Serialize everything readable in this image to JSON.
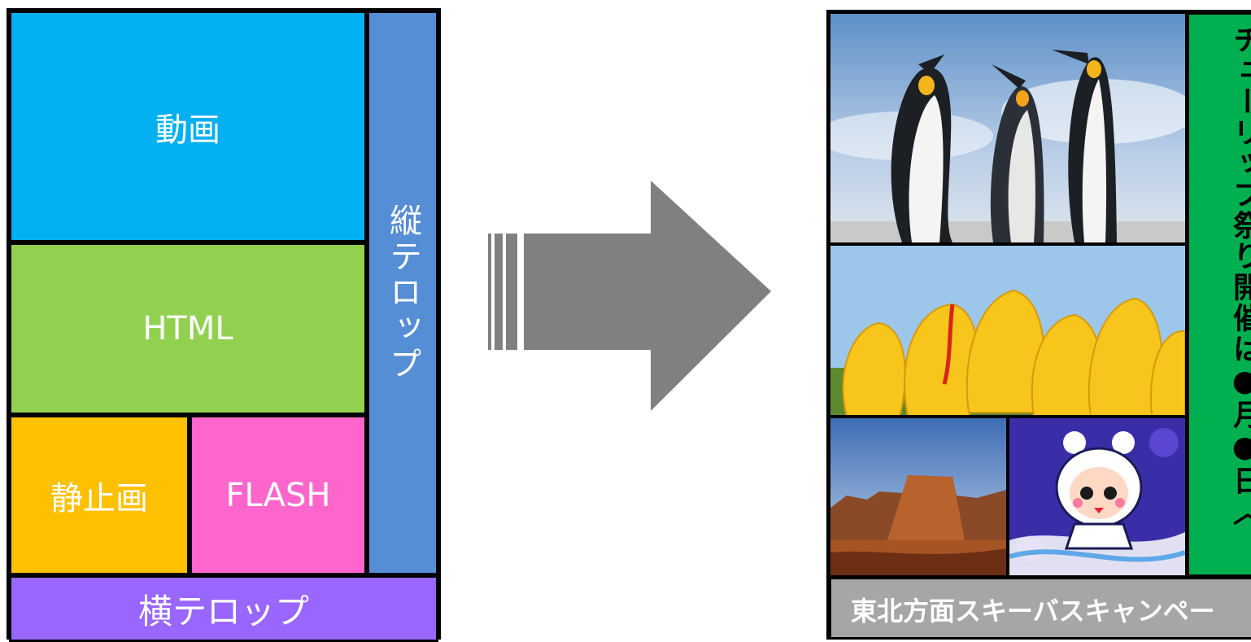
{
  "layout": {
    "video": "動画",
    "html": "HTML",
    "still": "静止画",
    "flash": "FLASH",
    "vertical_ticker": "縦テロップ",
    "horizontal_ticker": "横テロップ"
  },
  "preview": {
    "vertical_ticker": "チューリップ祭り開催は●月●日〈",
    "horizontal_ticker": "東北方面スキーバスキャンペー"
  },
  "colors": {
    "video": "#00b0f0",
    "html": "#92d050",
    "still": "#ffc000",
    "flash": "#ff66cc",
    "vertical": "#558ed5",
    "horizontal": "#9966ff",
    "arrow": "#808080",
    "ticker_green": "#00b050",
    "ticker_gray": "#a6a6a6"
  },
  "icons": [
    "right-arrow-icon"
  ]
}
